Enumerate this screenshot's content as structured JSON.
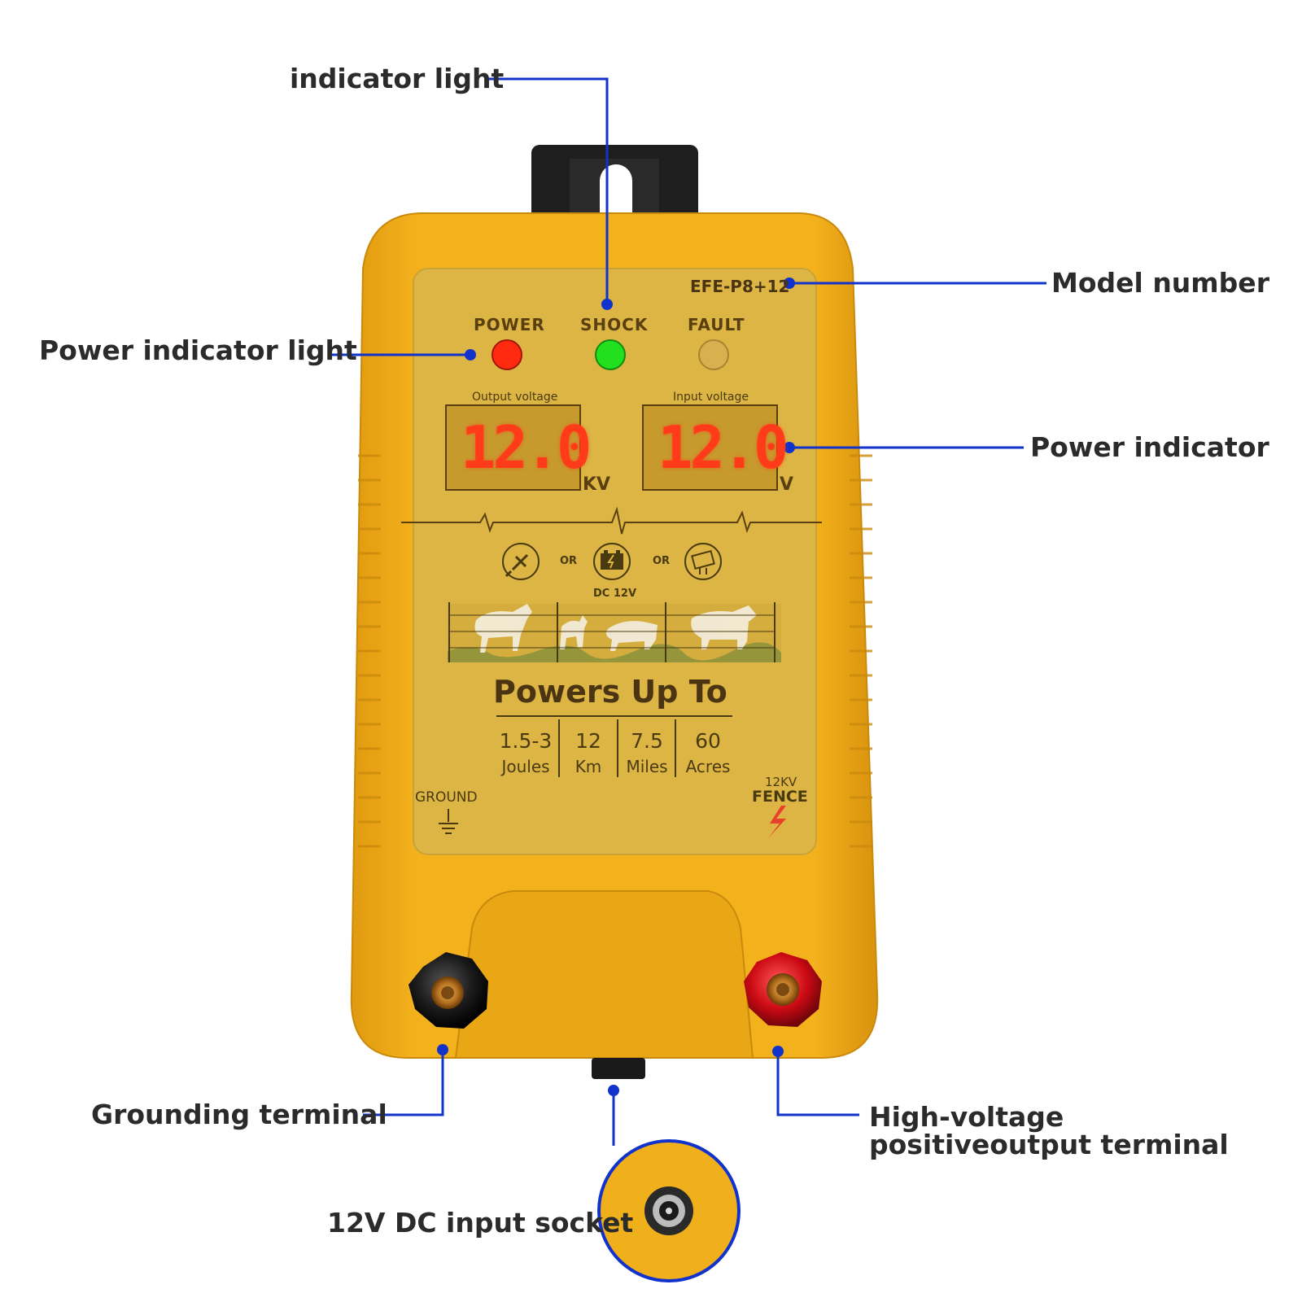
{
  "callouts": {
    "indicator_light": "indicator light",
    "power_indicator_light": "Power indicator light",
    "model_number": "Model number",
    "power_indicator": "Power indicator",
    "grounding_terminal": "Grounding terminal",
    "high_voltage_line1": "High-voltage",
    "high_voltage_line2": "positiveoutput terminal",
    "dc_input_socket": "12V DC input socket"
  },
  "device": {
    "model": "EFE-P8+12",
    "leds": [
      {
        "label": "POWER",
        "color": "#ff2a10"
      },
      {
        "label": "SHOCK",
        "color": "#22e01e"
      },
      {
        "label": "FAULT",
        "color": "#c9a34a"
      }
    ],
    "displays": [
      {
        "caption": "Output voltage",
        "value": "12.0",
        "unit": "KV"
      },
      {
        "caption": "Input voltage",
        "value": "12.0",
        "unit": "V"
      }
    ],
    "power_options": {
      "or1": "OR",
      "or2": "OR",
      "dc": "DC 12V"
    },
    "powers_up_to": "Powers Up To",
    "stats": [
      {
        "value": "1.5-3",
        "unit": "Joules"
      },
      {
        "value": "12",
        "unit": "Km"
      },
      {
        "value": "7.5",
        "unit": "Miles"
      },
      {
        "value": "60",
        "unit": "Acres"
      }
    ],
    "ground_label": "GROUND",
    "fence_kv": "12KV",
    "fence_label": "FENCE"
  },
  "colors": {
    "body": "#f0ae16",
    "panel": "#dcb544",
    "callout_line": "#1133cc",
    "segment": "#ff3b1a"
  }
}
